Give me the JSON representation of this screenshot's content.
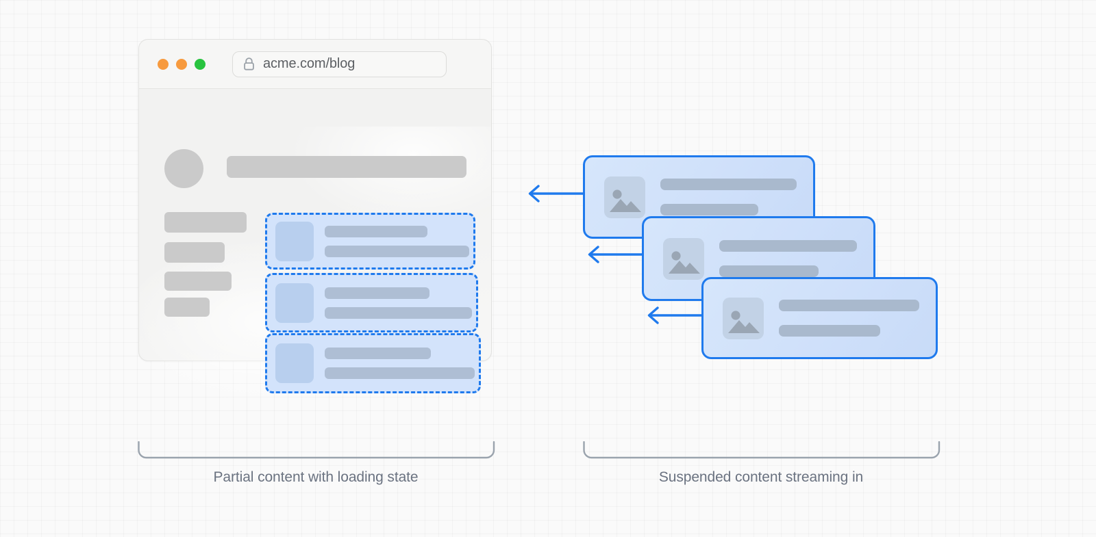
{
  "browser": {
    "traffic_lights": [
      {
        "name": "close",
        "color": "#f79a3e"
      },
      {
        "name": "minimize",
        "color": "#f79a3e"
      },
      {
        "name": "maximize",
        "color": "#28c33f"
      }
    ],
    "address_bar": {
      "lock_icon": "lock-icon",
      "url": "acme.com/blog"
    },
    "skeleton": {
      "avatar": "avatar-placeholder",
      "title_bar": "title-placeholder",
      "sidebar_bars": [
        {
          "id": "sidebar-bar-1",
          "width": 120
        },
        {
          "id": "sidebar-bar-2",
          "width": 88
        },
        {
          "id": "sidebar-bar-3",
          "width": 98
        },
        {
          "id": "sidebar-bar-4",
          "width": 66
        }
      ]
    },
    "loading_cards": [
      {
        "id": "loading-card-1",
        "thumb": "thumb-placeholder",
        "lines": [
          "line-short",
          "line-full"
        ]
      },
      {
        "id": "loading-card-2",
        "thumb": "thumb-placeholder",
        "lines": [
          "line-short",
          "line-full"
        ]
      },
      {
        "id": "loading-card-3",
        "thumb": "thumb-placeholder",
        "lines": [
          "line-short",
          "line-full"
        ]
      }
    ]
  },
  "suspended": {
    "cards": [
      {
        "id": "suspended-card-1",
        "image_icon": "image-placeholder-icon",
        "lines": [
          "line-full",
          "line-short"
        ]
      },
      {
        "id": "suspended-card-2",
        "image_icon": "image-placeholder-icon",
        "lines": [
          "line-full",
          "line-short"
        ]
      },
      {
        "id": "suspended-card-3",
        "image_icon": "image-placeholder-icon",
        "lines": [
          "line-full",
          "line-short"
        ]
      }
    ],
    "arrows": [
      {
        "id": "stream-arrow-1",
        "direction": "left"
      },
      {
        "id": "stream-arrow-2",
        "direction": "left"
      },
      {
        "id": "stream-arrow-3",
        "direction": "left"
      }
    ]
  },
  "captions": {
    "left": "Partial content with loading state",
    "right": "Suspended content streaming in"
  },
  "colors": {
    "accent_blue": "#1f7aed",
    "card_fill": "#d3e3fb",
    "skeleton_grey": "#cacaca",
    "line_grey": "#a9b9cd",
    "caption_text": "#6a7280",
    "bracket_stroke": "#9aa3ad",
    "page_background": "#fafafa",
    "browser_chrome": "#f6f6f5"
  }
}
